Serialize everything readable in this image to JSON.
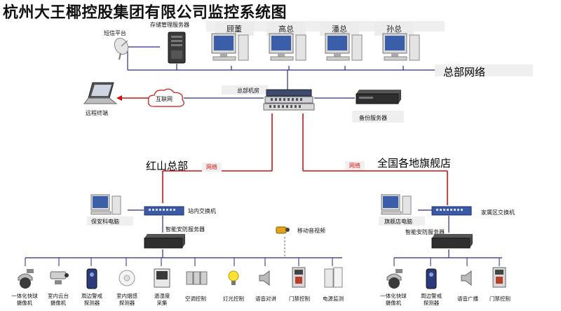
{
  "title": "杭州大王椰控股集团有限公司监控系统图",
  "hq": {
    "sms": "短信平台",
    "storage_server": "存储管理服务器",
    "pcs": [
      "顾董",
      "高总",
      "潘总",
      "孙总"
    ],
    "network_label": "总部网络",
    "machine_room": "总部机房",
    "internet": "互联网",
    "remote": "远程终端",
    "backup": "备份服务器"
  },
  "left_site": {
    "title": "红山总部",
    "net": "网络",
    "pc": "保安科电脑",
    "switch": "站内交换机",
    "server": "智能安防服务器",
    "mobile": "移动音视频",
    "devices": [
      "一体化快球\n摄像机",
      "室内云台\n摄像机",
      "周边警戒\n探测器",
      "室内烟感\n探测器",
      "温湿度\n采集",
      "空调控制",
      "灯光控制",
      "语音对讲",
      "门禁控制",
      "电源监测"
    ]
  },
  "right_site": {
    "title": "全国各地旗舰店",
    "net": "网络",
    "pc": "旗舰店电脑",
    "switch": "家属区交换机",
    "server": "智能安防服务器",
    "devices": [
      "一体化快球\n摄像机",
      "周边警戒\n探测器",
      "语音广播",
      "门禁控制"
    ]
  },
  "colors": {
    "hq_line": "#2a2a8a",
    "site_line": "#d21010",
    "dashed": "#6f6f9a"
  }
}
